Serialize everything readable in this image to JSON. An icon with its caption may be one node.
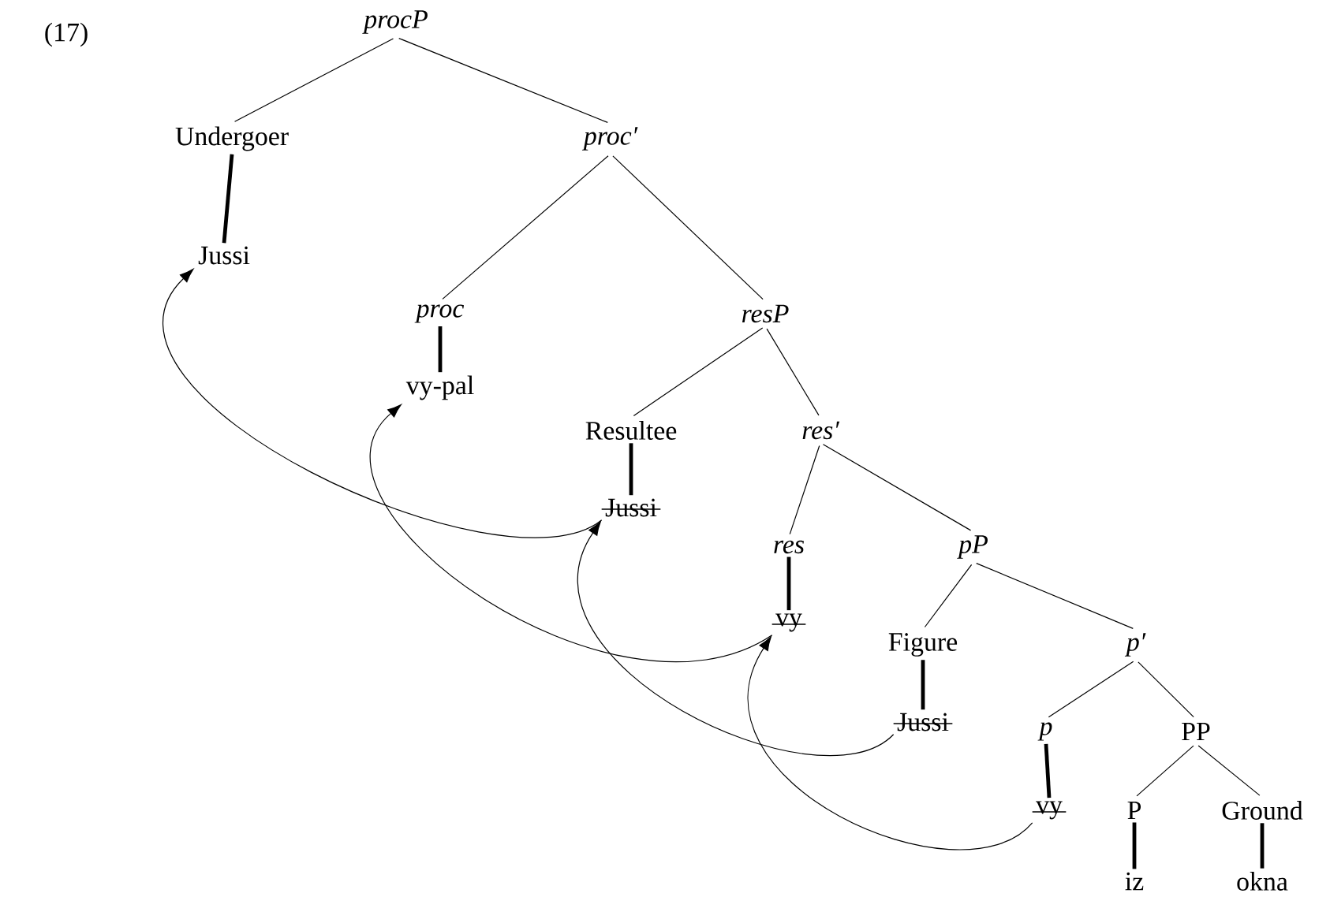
{
  "diagram": {
    "nodes": [
      {
        "text": [
          "procP"
        ]
      },
      {
        "text": [
          "Undergoer"
        ]
      },
      {
        "text": [
          "proc′"
        ]
      },
      {
        "text": [
          "Jussi"
        ]
      },
      {
        "text": [
          "proc"
        ]
      },
      {
        "text": [
          "resP"
        ]
      },
      {
        "text": [
          "vy-pal"
        ]
      },
      {
        "text": [
          "Resultee"
        ]
      },
      {
        "text": [
          "res′"
        ]
      },
      {
        "text": [
          "Jussi"
        ]
      },
      {
        "text": [
          "res"
        ]
      },
      {
        "text": [
          "pP"
        ]
      },
      {
        "text": [
          "vy"
        ]
      },
      {
        "text": [
          "Figure"
        ]
      },
      {
        "text": [
          "p′"
        ]
      },
      {
        "text": [
          "Jussi"
        ]
      },
      {
        "text": [
          "p"
        ]
      },
      {
        "text": [
          "PP"
        ]
      },
      {
        "text": [
          "vy"
        ]
      },
      {
        "text": [
          "P"
        ]
      },
      {
        "text": [
          "Ground"
        ]
      },
      {
        "text": [
          "iz"
        ]
      },
      {
        "text": [
          "okna"
        ]
      }
    ],
    "edges": [
      {
        "from": 0,
        "to": 1,
        "arrow": "none"
      },
      {
        "from": 0,
        "to": 2,
        "arrow": "none"
      },
      {
        "from": 1,
        "to": 3,
        "arrow": "none",
        "style": "thick"
      },
      {
        "from": 2,
        "to": 4,
        "arrow": "none"
      },
      {
        "from": 2,
        "to": 5,
        "arrow": "none"
      },
      {
        "from": 4,
        "to": 6,
        "arrow": "none",
        "style": "thick"
      },
      {
        "from": 5,
        "to": 7,
        "arrow": "none"
      },
      {
        "from": 5,
        "to": 8,
        "arrow": "none"
      },
      {
        "from": 7,
        "to": 9,
        "arrow": "none",
        "style": "thick"
      },
      {
        "from": 8,
        "to": 10,
        "arrow": "none"
      },
      {
        "from": 8,
        "to": 11,
        "arrow": "none"
      },
      {
        "from": 10,
        "to": 12,
        "arrow": "none",
        "style": "thick"
      },
      {
        "from": 11,
        "to": 13,
        "arrow": "none"
      },
      {
        "from": 11,
        "to": 14,
        "arrow": "none"
      },
      {
        "from": 13,
        "to": 15,
        "arrow": "none",
        "style": "thick"
      },
      {
        "from": 14,
        "to": 16,
        "arrow": "none"
      },
      {
        "from": 14,
        "to": 17,
        "arrow": "none"
      },
      {
        "from": 16,
        "to": 18,
        "arrow": "none",
        "style": "thick"
      },
      {
        "from": 17,
        "to": 19,
        "arrow": "none"
      },
      {
        "from": 17,
        "to": 20,
        "arrow": "none"
      },
      {
        "from": 19,
        "to": 21,
        "arrow": "none",
        "style": "thick"
      },
      {
        "from": 20,
        "to": 22,
        "arrow": "none",
        "style": "thick"
      },
      {
        "from": 9,
        "to": 3,
        "arrow": "to"
      },
      {
        "from": 12,
        "to": 6,
        "arrow": "to"
      },
      {
        "from": 15,
        "to": 9,
        "arrow": "to"
      },
      {
        "from": 18,
        "to": 12,
        "arrow": "to"
      }
    ],
    "labels": [
      "(17)"
    ]
  }
}
